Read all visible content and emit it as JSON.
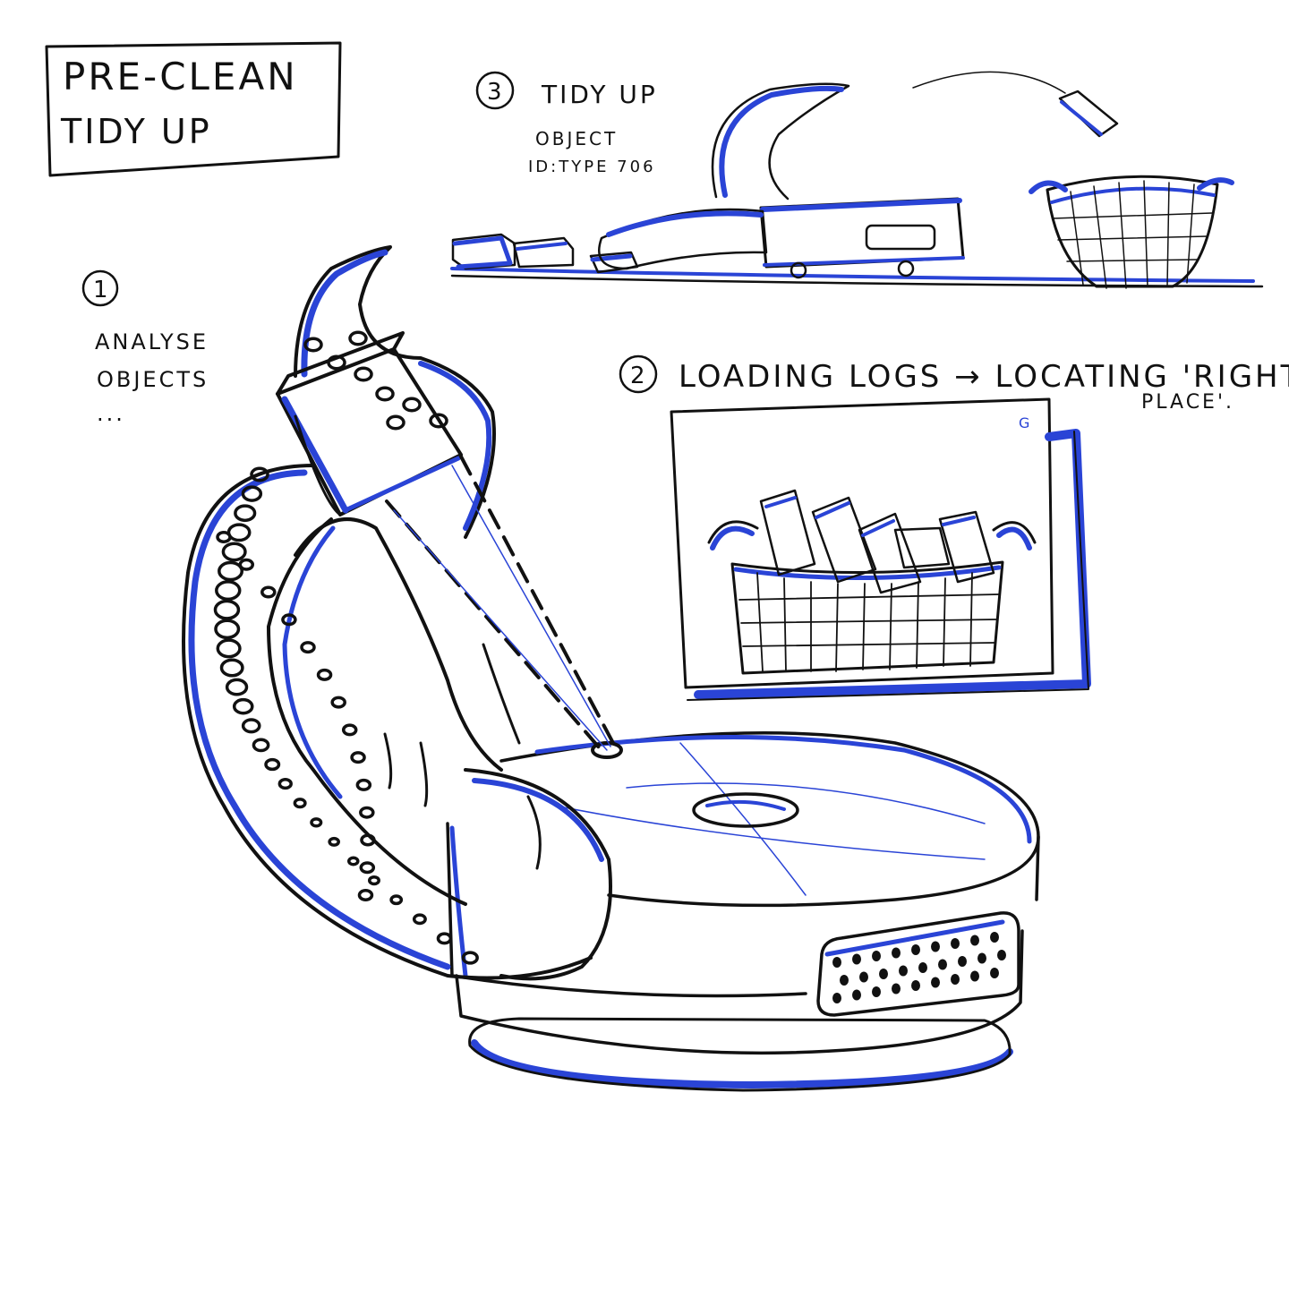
{
  "title": {
    "line1": "PRE-CLEAN",
    "line2": "TIDY UP"
  },
  "steps": [
    {
      "number": "1",
      "lines": [
        "ANALYSE",
        "OBJECTS",
        "..."
      ]
    },
    {
      "number": "2",
      "lines": [
        "LOADING LOGS → LOCATING 'RIGHT",
        "PLACE'."
      ]
    },
    {
      "number": "3",
      "lines": [
        "TIDY UP",
        "OBJECT",
        "ID:TYPE 706"
      ]
    }
  ],
  "screen_badge": "G",
  "colors": {
    "ink": "#111111",
    "accent": "#2a44d6",
    "paper": "#ffffff"
  },
  "icons": [
    "robot-vacuum-icon",
    "tentacle-arm-icon",
    "toy-block-icon",
    "laundry-basket-icon",
    "display-screen-icon",
    "scan-beam-icon"
  ]
}
